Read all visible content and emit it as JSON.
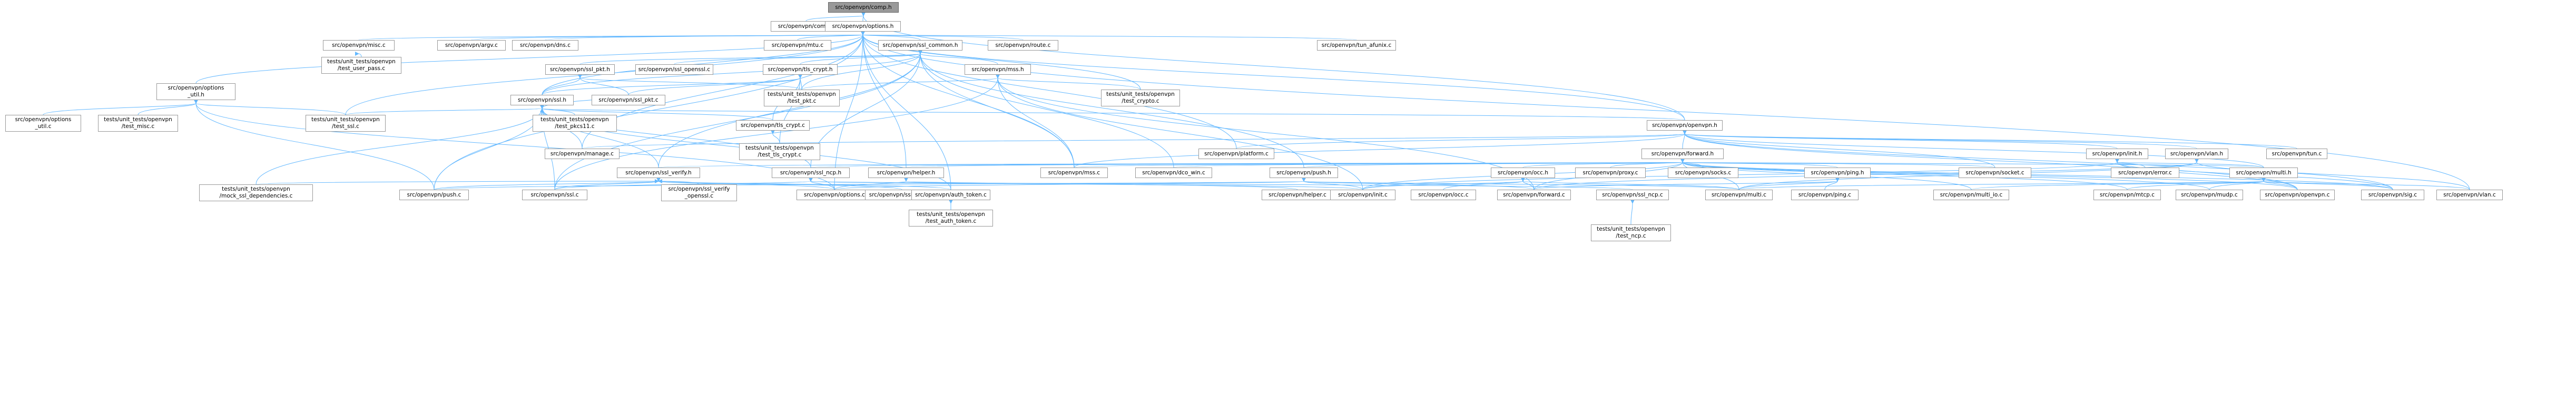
{
  "title": "",
  "colors": {
    "edge": "#63b8ff",
    "node_border": "#999999",
    "root_fill": "#999999"
  },
  "nodes": [
    {
      "id": "comp_h",
      "lines": [
        "src/openvpn/comp.h"
      ],
      "root": true
    },
    {
      "id": "comp_c",
      "lines": [
        "src/openvpn/comp.c"
      ]
    },
    {
      "id": "options_h",
      "lines": [
        "src/openvpn/options.h"
      ]
    },
    {
      "id": "misc_c",
      "lines": [
        "src/openvpn/misc.c"
      ]
    },
    {
      "id": "argv_c",
      "lines": [
        "src/openvpn/argv.c"
      ]
    },
    {
      "id": "dns_c",
      "lines": [
        "src/openvpn/dns.c"
      ]
    },
    {
      "id": "mtu_c",
      "lines": [
        "src/openvpn/mtu.c"
      ]
    },
    {
      "id": "ssl_common_h",
      "lines": [
        "src/openvpn/ssl_common.h"
      ]
    },
    {
      "id": "route_c",
      "lines": [
        "src/openvpn/route.c"
      ]
    },
    {
      "id": "tun_afunix_c",
      "lines": [
        "src/openvpn/tun_afunix.c"
      ]
    },
    {
      "id": "user_pass_c",
      "lines": [
        "tests/unit_tests/openvpn",
        "/test_user_pass.c"
      ]
    },
    {
      "id": "ssl_pkt_h",
      "lines": [
        "src/openvpn/ssl_pkt.h"
      ]
    },
    {
      "id": "ssl_openssl_c",
      "lines": [
        "src/openvpn/ssl_openssl.c"
      ]
    },
    {
      "id": "tls_crypt_h",
      "lines": [
        "src/openvpn/tls_crypt.h"
      ]
    },
    {
      "id": "mss_h",
      "lines": [
        "src/openvpn/mss.h"
      ]
    },
    {
      "id": "options_util_h",
      "lines": [
        "src/openvpn/options",
        "_util.h"
      ]
    },
    {
      "id": "ssl_h",
      "lines": [
        "src/openvpn/ssl.h"
      ]
    },
    {
      "id": "ssl_pkt_c",
      "lines": [
        "src/openvpn/ssl_pkt.c"
      ]
    },
    {
      "id": "test_pkt_c",
      "lines": [
        "tests/unit_tests/openvpn",
        "/test_pkt.c"
      ]
    },
    {
      "id": "test_crypto_c",
      "lines": [
        "tests/unit_tests/openvpn",
        "/test_crypto.c"
      ]
    },
    {
      "id": "options_util_c",
      "lines": [
        "src/openvpn/options",
        "_util.c"
      ]
    },
    {
      "id": "test_misc_c",
      "lines": [
        "tests/unit_tests/openvpn",
        "/test_misc.c"
      ]
    },
    {
      "id": "test_ssl_c",
      "lines": [
        "tests/unit_tests/openvpn",
        "/test_ssl.c"
      ]
    },
    {
      "id": "test_pkcs11_c",
      "lines": [
        "tests/unit_tests/openvpn",
        "/test_pkcs11.c"
      ]
    },
    {
      "id": "tls_crypt_c",
      "lines": [
        "src/openvpn/tls_crypt.c"
      ]
    },
    {
      "id": "openvpn_h",
      "lines": [
        "src/openvpn/openvpn.h"
      ]
    },
    {
      "id": "manage_c",
      "lines": [
        "src/openvpn/manage.c"
      ]
    },
    {
      "id": "test_tls_crypt_c",
      "lines": [
        "tests/unit_tests/openvpn",
        "/test_tls_crypt.c"
      ]
    },
    {
      "id": "platform_c",
      "lines": [
        "src/openvpn/platform.c"
      ]
    },
    {
      "id": "forward_h",
      "lines": [
        "src/openvpn/forward.h"
      ]
    },
    {
      "id": "init_h",
      "lines": [
        "src/openvpn/init.h"
      ]
    },
    {
      "id": "vlan_h",
      "lines": [
        "src/openvpn/vlan.h"
      ]
    },
    {
      "id": "tun_c",
      "lines": [
        "src/openvpn/tun.c"
      ]
    },
    {
      "id": "ssl_verify_h",
      "lines": [
        "src/openvpn/ssl_verify.h"
      ]
    },
    {
      "id": "ssl_ncp_h",
      "lines": [
        "src/openvpn/ssl_ncp.h"
      ]
    },
    {
      "id": "helper_h",
      "lines": [
        "src/openvpn/helper.h"
      ]
    },
    {
      "id": "mss_c",
      "lines": [
        "src/openvpn/mss.c"
      ]
    },
    {
      "id": "dco_win_c",
      "lines": [
        "src/openvpn/dco_win.c"
      ]
    },
    {
      "id": "push_h",
      "lines": [
        "src/openvpn/push.h"
      ]
    },
    {
      "id": "occ_h",
      "lines": [
        "src/openvpn/occ.h"
      ]
    },
    {
      "id": "proxy_c",
      "lines": [
        "src/openvpn/proxy.c"
      ]
    },
    {
      "id": "socks_c",
      "lines": [
        "src/openvpn/socks.c"
      ]
    },
    {
      "id": "ping_h",
      "lines": [
        "src/openvpn/ping.h"
      ]
    },
    {
      "id": "socket_c",
      "lines": [
        "src/openvpn/socket.c"
      ]
    },
    {
      "id": "error_c",
      "lines": [
        "src/openvpn/error.c"
      ]
    },
    {
      "id": "multi_h",
      "lines": [
        "src/openvpn/multi.h"
      ]
    },
    {
      "id": "mock_ssl_c",
      "lines": [
        "tests/unit_tests/openvpn",
        "/mock_ssl_dependencies.c"
      ]
    },
    {
      "id": "push_c",
      "lines": [
        "src/openvpn/push.c"
      ]
    },
    {
      "id": "ssl_c",
      "lines": [
        "src/openvpn/ssl.c"
      ]
    },
    {
      "id": "ssl_verify_openssl_c",
      "lines": [
        "src/openvpn/ssl_verify",
        "_openssl.c"
      ]
    },
    {
      "id": "options_c",
      "lines": [
        "src/openvpn/options.c"
      ]
    },
    {
      "id": "ssl_verify_c",
      "lines": [
        "src/openvpn/ssl_verify.c"
      ]
    },
    {
      "id": "auth_token_c",
      "lines": [
        "src/openvpn/auth_token.c"
      ]
    },
    {
      "id": "helper_c",
      "lines": [
        "src/openvpn/helper.c"
      ]
    },
    {
      "id": "init_c",
      "lines": [
        "src/openvpn/init.c"
      ]
    },
    {
      "id": "occ_c",
      "lines": [
        "src/openvpn/occ.c"
      ]
    },
    {
      "id": "forward_c",
      "lines": [
        "src/openvpn/forward.c"
      ]
    },
    {
      "id": "ssl_ncp_c",
      "lines": [
        "src/openvpn/ssl_ncp.c"
      ]
    },
    {
      "id": "multi_c",
      "lines": [
        "src/openvpn/multi.c"
      ]
    },
    {
      "id": "multi_io_c",
      "lines": [
        "src/openvpn/multi_io.c"
      ]
    },
    {
      "id": "mtcp_c",
      "lines": [
        "src/openvpn/mtcp.c"
      ]
    },
    {
      "id": "mudp_c",
      "lines": [
        "src/openvpn/mudp.c"
      ]
    },
    {
      "id": "openvpn_c",
      "lines": [
        "src/openvpn/openvpn.c"
      ]
    },
    {
      "id": "sig_c",
      "lines": [
        "src/openvpn/sig.c"
      ]
    },
    {
      "id": "vlan_c",
      "lines": [
        "src/openvpn/vlan.c"
      ]
    },
    {
      "id": "ping_c",
      "lines": [
        "src/openvpn/ping.c"
      ]
    },
    {
      "id": "test_auth_token_c",
      "lines": [
        "tests/unit_tests/openvpn",
        "/test_auth_token.c"
      ]
    },
    {
      "id": "test_ncp_c",
      "lines": [
        "tests/unit_tests/openvpn",
        "/test_ncp.c"
      ]
    }
  ],
  "edges": [
    [
      "comp_h",
      "comp_c"
    ],
    [
      "comp_h",
      "options_h"
    ],
    [
      "comp_h",
      "openvpn_h"
    ],
    [
      "options_h",
      "misc_c"
    ],
    [
      "options_h",
      "argv_c"
    ],
    [
      "options_h",
      "dns_c"
    ],
    [
      "options_h",
      "mtu_c"
    ],
    [
      "options_h",
      "ssl_common_h"
    ],
    [
      "options_h",
      "route_c"
    ],
    [
      "options_h",
      "tun_afunix_c"
    ],
    [
      "options_h",
      "options_util_h"
    ],
    [
      "options_h",
      "test_user_pass_c"
    ],
    [
      "options_h",
      "openvpn_h"
    ],
    [
      "options_h",
      "test_ssl_c"
    ],
    [
      "options_h",
      "test_crypto_c"
    ],
    [
      "options_h",
      "platform_c"
    ],
    [
      "options_h",
      "manage_c"
    ],
    [
      "options_h",
      "mss_c"
    ],
    [
      "options_h",
      "push_c"
    ],
    [
      "options_h",
      "options_c"
    ],
    [
      "options_h",
      "auth_token_c"
    ],
    [
      "options_h",
      "vlan_c"
    ],
    [
      "options_h",
      "helper_h"
    ],
    [
      "options_h",
      "ssl_h"
    ],
    [
      "misc_c",
      "user_pass_c"
    ],
    [
      "ssl_common_h",
      "ssl_pkt_h"
    ],
    [
      "ssl_common_h",
      "ssl_openssl_c"
    ],
    [
      "ssl_common_h",
      "tls_crypt_h"
    ],
    [
      "ssl_common_h",
      "mss_h"
    ],
    [
      "ssl_common_h",
      "ssl_h"
    ],
    [
      "ssl_common_h",
      "test_pkt_c"
    ],
    [
      "ssl_common_h",
      "ssl_verify_h"
    ],
    [
      "ssl_common_h",
      "ssl_ncp_h"
    ],
    [
      "ssl_common_h",
      "dco_win_c"
    ],
    [
      "ssl_common_h",
      "mss_c"
    ],
    [
      "ssl_common_h",
      "ssl_c"
    ],
    [
      "ssl_common_h",
      "push_h"
    ],
    [
      "ssl_pkt_h",
      "ssl_h"
    ],
    [
      "ssl_pkt_h",
      "ssl_pkt_c"
    ],
    [
      "ssl_pkt_h",
      "test_pkt_c"
    ],
    [
      "tls_crypt_h",
      "ssl_h"
    ],
    [
      "tls_crypt_h",
      "ssl_pkt_c"
    ],
    [
      "tls_crypt_h",
      "test_pkt_c"
    ],
    [
      "tls_crypt_h",
      "tls_crypt_c"
    ],
    [
      "tls_crypt_h",
      "test_tls_crypt_c"
    ],
    [
      "mss_h",
      "test_pkt_c"
    ],
    [
      "mss_h",
      "test_crypto_c"
    ],
    [
      "mss_h",
      "mss_c"
    ],
    [
      "mss_h",
      "forward_c"
    ],
    [
      "mss_h",
      "ssl_c"
    ],
    [
      "mss_h",
      "init_c"
    ],
    [
      "options_util_h",
      "options_util_c"
    ],
    [
      "options_util_h",
      "test_misc_c"
    ],
    [
      "options_util_h",
      "test_ssl_c"
    ],
    [
      "options_util_h",
      "options_c"
    ],
    [
      "options_util_h",
      "push_c"
    ],
    [
      "ssl_h",
      "test_ssl_c"
    ],
    [
      "ssl_h",
      "test_pkcs11_c"
    ],
    [
      "ssl_h",
      "tls_crypt_c"
    ],
    [
      "ssl_h",
      "openvpn_h"
    ],
    [
      "ssl_h",
      "manage_c"
    ],
    [
      "ssl_h",
      "ssl_verify_h"
    ],
    [
      "ssl_h",
      "mock_ssl_c"
    ],
    [
      "ssl_h",
      "push_c"
    ],
    [
      "ssl_h",
      "ssl_c"
    ],
    [
      "ssl_h",
      "auth_token_c"
    ],
    [
      "ssl_h",
      "ssl_ncp_h"
    ],
    [
      "ssl_h",
      "ssl_pkt_c"
    ],
    [
      "tls_crypt_c",
      "test_tls_crypt_c"
    ],
    [
      "openvpn_h",
      "manage_c"
    ],
    [
      "openvpn_h",
      "platform_c"
    ],
    [
      "openvpn_h",
      "forward_h"
    ],
    [
      "openvpn_h",
      "init_h"
    ],
    [
      "openvpn_h",
      "vlan_h"
    ],
    [
      "openvpn_h",
      "tun_c"
    ],
    [
      "openvpn_h",
      "socket_c"
    ],
    [
      "openvpn_h",
      "multi_h"
    ],
    [
      "openvpn_h",
      "openvpn_c"
    ],
    [
      "openvpn_h",
      "sig_c"
    ],
    [
      "openvpn_h",
      "mss_c"
    ],
    [
      "forward_h",
      "ssl_verify_h"
    ],
    [
      "forward_h",
      "ssl_ncp_h"
    ],
    [
      "forward_h",
      "helper_h"
    ],
    [
      "forward_h",
      "mss_c"
    ],
    [
      "forward_h",
      "dco_win_c"
    ],
    [
      "forward_h",
      "push_h"
    ],
    [
      "forward_h",
      "occ_h"
    ],
    [
      "forward_h",
      "proxy_c"
    ],
    [
      "forward_h",
      "socks_c"
    ],
    [
      "forward_h",
      "ping_h"
    ],
    [
      "forward_h",
      "socket_c"
    ],
    [
      "forward_h",
      "multi_h"
    ],
    [
      "forward_h",
      "forward_c"
    ],
    [
      "forward_h",
      "init_c"
    ],
    [
      "forward_h",
      "multi_c"
    ],
    [
      "forward_h",
      "multi_io_c"
    ],
    [
      "forward_h",
      "mtcp_c"
    ],
    [
      "forward_h",
      "mudp_c"
    ],
    [
      "forward_h",
      "openvpn_c"
    ],
    [
      "forward_h",
      "sig_c"
    ],
    [
      "init_h",
      "error_c"
    ],
    [
      "init_h",
      "multi_h"
    ],
    [
      "init_h",
      "init_c"
    ],
    [
      "init_h",
      "sig_c"
    ],
    [
      "init_h",
      "openvpn_c"
    ],
    [
      "vlan_h",
      "vlan_c"
    ],
    [
      "vlan_h",
      "multi_c"
    ],
    [
      "vlan_h",
      "forward_c"
    ],
    [
      "ssl_verify_h",
      "mock_ssl_c"
    ],
    [
      "ssl_verify_h",
      "push_c"
    ],
    [
      "ssl_verify_h",
      "ssl_c"
    ],
    [
      "ssl_verify_h",
      "ssl_verify_openssl_c"
    ],
    [
      "ssl_verify_h",
      "options_c"
    ],
    [
      "ssl_verify_h",
      "ssl_verify_c"
    ],
    [
      "ssl_verify_h",
      "auth_token_c"
    ],
    [
      "ssl_ncp_h",
      "ssl_c"
    ],
    [
      "ssl_ncp_h",
      "options_c"
    ],
    [
      "ssl_ncp_h",
      "ssl_ncp_c"
    ],
    [
      "ssl_ncp_h",
      "init_c"
    ],
    [
      "helper_h",
      "helper_c"
    ],
    [
      "helper_h",
      "options_c"
    ],
    [
      "push_h",
      "push_c"
    ],
    [
      "push_h",
      "options_c"
    ],
    [
      "push_h",
      "init_c"
    ],
    [
      "push_h",
      "forward_c"
    ],
    [
      "push_h",
      "multi_c"
    ],
    [
      "occ_h",
      "occ_c"
    ],
    [
      "occ_h",
      "forward_c"
    ],
    [
      "occ_h",
      "init_c"
    ],
    [
      "occ_h",
      "multi_c"
    ],
    [
      "ping_h",
      "ping_c"
    ],
    [
      "ping_h",
      "forward_c"
    ],
    [
      "ping_h",
      "multi_c"
    ],
    [
      "multi_h",
      "multi_c"
    ],
    [
      "multi_h",
      "multi_io_c"
    ],
    [
      "multi_h",
      "mtcp_c"
    ],
    [
      "multi_h",
      "mudp_c"
    ],
    [
      "multi_h",
      "openvpn_c"
    ],
    [
      "multi_h",
      "sig_c"
    ],
    [
      "multi_h",
      "vlan_c"
    ],
    [
      "auth_token_c",
      "test_auth_token_c"
    ],
    [
      "ssl_ncp_c",
      "test_ncp_c"
    ]
  ]
}
